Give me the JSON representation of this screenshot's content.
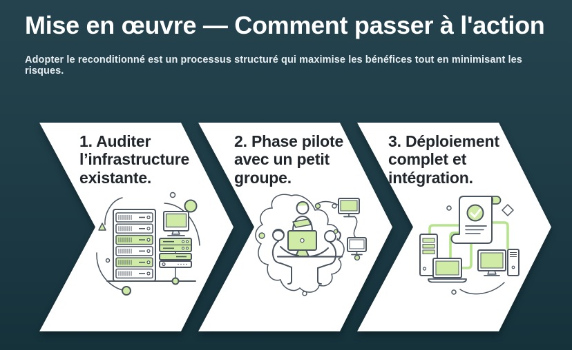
{
  "slide": {
    "title": "Mise en œuvre — Comment passer à l'action",
    "subtitle": "Adopter le reconditionné est un processus structuré qui maximise les bénéfices tout en minimisant les risques."
  },
  "steps": [
    {
      "label": "1. Auditer l’infrastructure existante.",
      "illustration": "server-rack-and-workstation-icon"
    },
    {
      "label": "2. Phase pilote avec un petit groupe.",
      "illustration": "pilot-team-around-monitor-icon"
    },
    {
      "label": "3. Déploiement complet et intégration.",
      "illustration": "approved-document-connected-devices-icon"
    }
  ],
  "colors": {
    "background_top": "#24434e",
    "background_bottom": "#15313a",
    "chevron_fill": "#ffffff",
    "accent_green_fill": "#cfeba6",
    "accent_green_line": "#b5e48c",
    "line_slate": "#4a5560",
    "title_text": "#ffffff",
    "subtitle_text": "#e9eff1",
    "step_text": "#20262b"
  }
}
